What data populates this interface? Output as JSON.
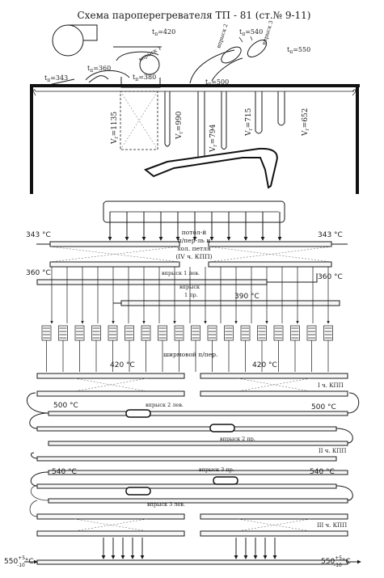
{
  "title": "Схема пароперегревателя ТП - 81 (ст.№ 9-11)",
  "top_section": {
    "t_labels": [
      {
        "sym": "t",
        "sub": "п",
        "val": "=343"
      },
      {
        "sym": "t",
        "sub": "п",
        "val": "=360"
      },
      {
        "sym": "t",
        "sub": "п",
        "val": "=420"
      },
      {
        "sym": "t",
        "sub": "п",
        "val": "=380"
      },
      {
        "sym": "t",
        "sub": "п",
        "val": "=500"
      },
      {
        "sym": "t",
        "sub": "п",
        "val": "=540"
      },
      {
        "sym": "t",
        "sub": "п",
        "val": "=550"
      }
    ],
    "spray_labels": [
      "впрыск 1",
      "впрыск 2",
      "впрыск 3"
    ],
    "v_labels": [
      {
        "sym": "V",
        "sub": "г",
        "val": "=1135"
      },
      {
        "sym": "V",
        "sub": "г",
        "val": "=990"
      },
      {
        "sym": "V",
        "sub": "г",
        "val": "=794"
      },
      {
        "sym": "V",
        "sub": "г",
        "val": "=715"
      },
      {
        "sym": "V",
        "sub": "г",
        "val": "=652"
      }
    ]
  },
  "lower_section": {
    "temps": [
      "343 °С",
      "343 °С",
      "360 °С",
      "360 °С",
      "390 °С",
      "420 °С",
      "420 °С",
      "500 °С",
      "500 °С",
      "540 °С",
      "540 °С"
    ],
    "ceiling_label_lines": [
      "потол-й",
      "п/пер-ль и",
      "хол. петля",
      "(IV ч. КПП)"
    ],
    "spray_left_1": "впрыск 1 лев.",
    "spray_right_1_line1": "впрыск",
    "spray_right_1_line2": "1 пр.",
    "screen_label": "ширмовой п/пер.",
    "kpp_1": "I ч. КПП",
    "kpp_2": "II ч. КПП",
    "kpp_3": "III ч. КПП",
    "spray_2_left": "впрыск 2 лев.",
    "spray_2_right": "впрыск 2 пр.",
    "spray_3_right": "впрыск 3 пр.",
    "spray_3_left": "впрыск 3 лев.",
    "outlet_left": {
      "base": "550",
      "sup": "+5",
      "sub": "-10",
      "unit": "°С"
    },
    "outlet_right": {
      "base": "550",
      "sup": "+5",
      "sub": "-10",
      "unit": "°С"
    }
  }
}
